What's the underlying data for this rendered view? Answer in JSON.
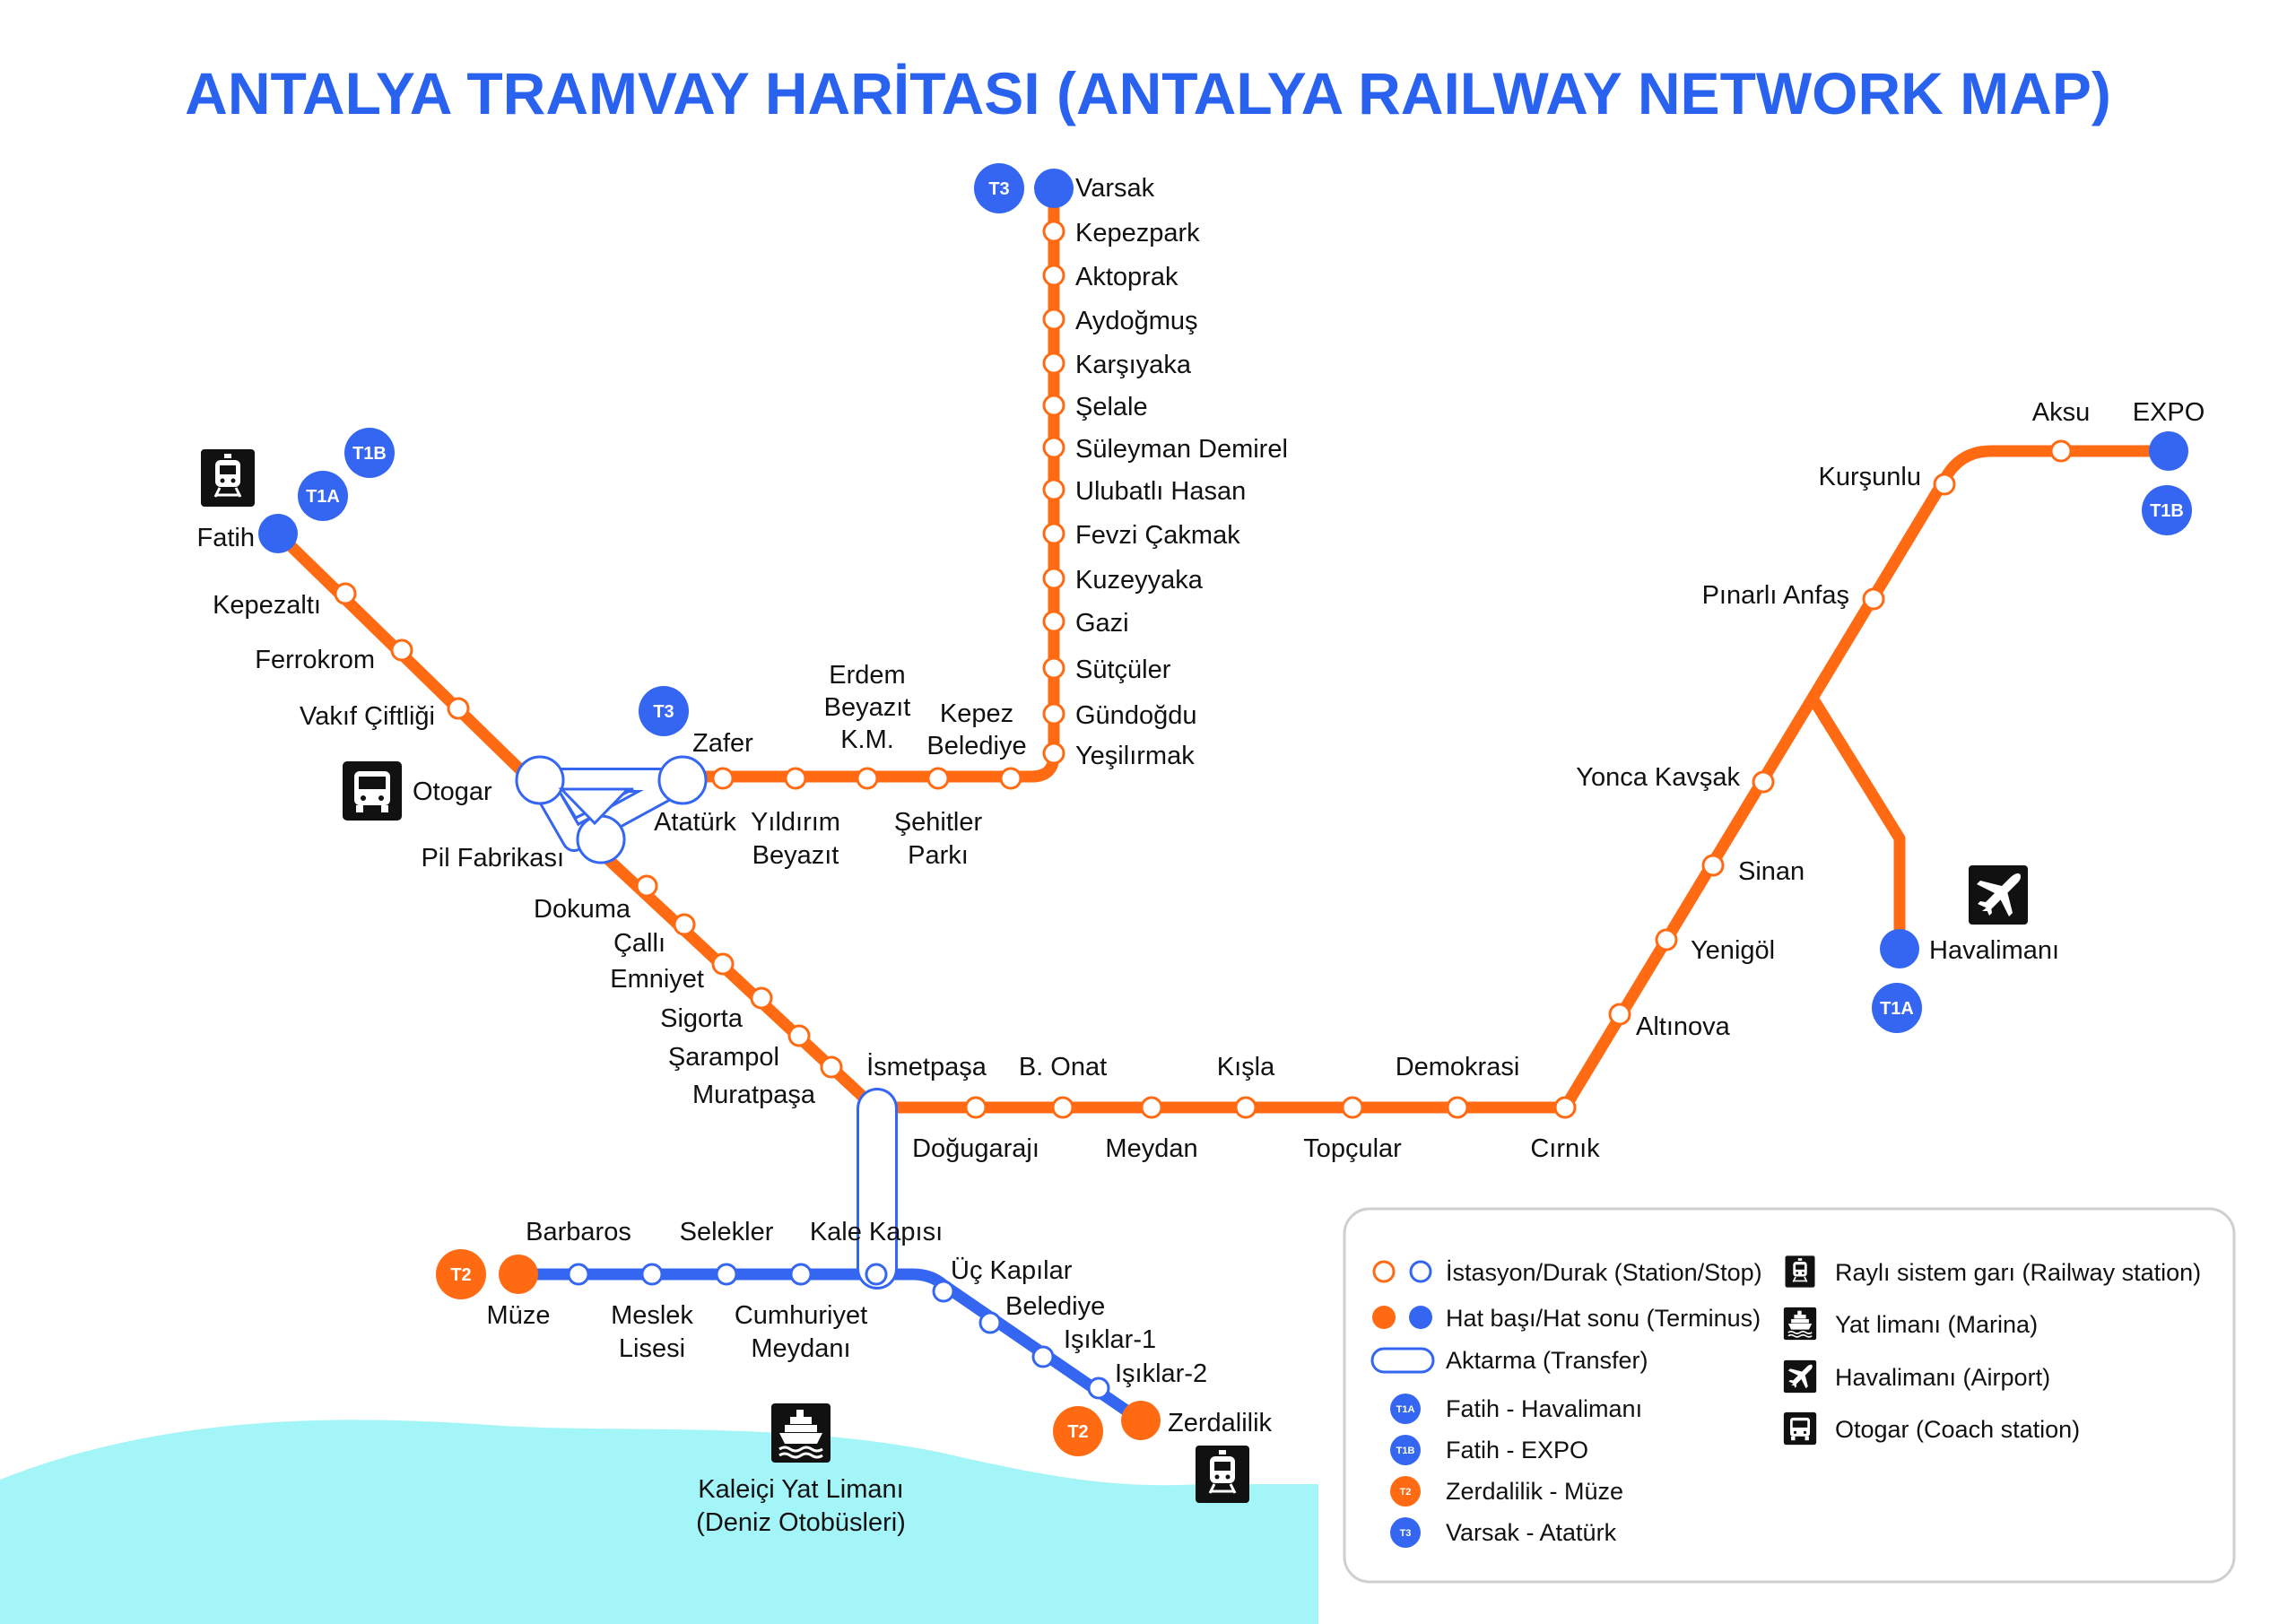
{
  "title": "ANTALYA TRAMVAY HARİTASI (ANTALYA RAILWAY NETWORK MAP)",
  "colors": {
    "orange": "#FF6A13",
    "blue": "#3566F2",
    "sea": "#A4F5F7",
    "title": "#2A62F0"
  },
  "badges": {
    "t1a": "T1A",
    "t1b": "T1B",
    "t2": "T2",
    "t3": "T3"
  },
  "stations": {
    "t3": [
      "Varsak",
      "Kepezpark",
      "Aktoprak",
      "Aydoğmuş",
      "Karşıyaka",
      "Şelale",
      "Süleyman Demirel",
      "Ulubatlı Hasan",
      "Fevzi Çakmak",
      "Kuzeyyaka",
      "Gazi",
      "Sütçüler",
      "Gündoğdu",
      "Yeşilırmak"
    ],
    "kepez_belediye": [
      "Kepez",
      "Belediye"
    ],
    "erdem_beyazit": [
      "Erdem",
      "Beyazıt",
      "K.M."
    ],
    "zafer": "Zafer",
    "ataturk": "Atatürk",
    "yildirim_beyazit": [
      "Yıldırım",
      "Beyazıt"
    ],
    "sehitler_parki": [
      "Şehitler",
      "Parkı"
    ],
    "fatih": "Fatih",
    "kepezalti": "Kepezaltı",
    "ferrokrom": "Ferrokrom",
    "vakif_ciftligi": "Vakıf Çiftliği",
    "otogar": "Otogar",
    "pil_fabrikasi": "Pil Fabrikası",
    "dokuma": "Dokuma",
    "calli": "Çallı",
    "emniyet": "Emniyet",
    "sigorta": "Sigorta",
    "sarampol": "Şarampol",
    "muratpasa": "Muratpaşa",
    "ismetpasa": "İsmetpaşa",
    "dogugaraji": "Doğugarajı",
    "b_onat": "B. Onat",
    "meydan": "Meydan",
    "kisla": "Kışla",
    "topcular": "Topçular",
    "demokrasi": "Demokrasi",
    "cirnik": "Cırnık",
    "altinova": "Altınova",
    "yenigol": "Yenigöl",
    "sinan": "Sinan",
    "yonca_kavsak": "Yonca Kavşak",
    "pinarli_anfas": "Pınarlı Anfaş",
    "kursunlu": "Kurşunlu",
    "aksu": "Aksu",
    "expo": "EXPO",
    "havalimani": "Havalimanı",
    "muze": "Müze",
    "barbaros": "Barbaros",
    "meslek_lisesi": [
      "Meslek",
      "Lisesi"
    ],
    "selekler": "Selekler",
    "cumhuriyet_meydani": [
      "Cumhuriyet",
      "Meydanı"
    ],
    "kale_kapisi": "Kale Kapısı",
    "uc_kapilar": "Üç Kapılar",
    "belediye": "Belediye",
    "isiklar_1": "Işıklar-1",
    "isiklar_2": "Işıklar-2",
    "zerdalilik": "Zerdalilik"
  },
  "marina": [
    "Kaleiçi Yat Limanı",
    "(Deniz Otobüsleri)"
  ],
  "legend": {
    "station": "İstasyon/Durak (Station/Stop)",
    "terminus": "Hat başı/Hat sonu (Terminus)",
    "transfer": "Aktarma (Transfer)",
    "t1a_route": "Fatih - Havalimanı",
    "t1b_route": "Fatih - EXPO",
    "t2_route": "Zerdalilik - Müze",
    "t3_route": "Varsak - Atatürk",
    "railway_station": "Raylı sistem garı (Railway station)",
    "marina": "Yat limanı (Marina)",
    "airport": "Havalimanı (Airport)",
    "coach_station": "Otogar (Coach station)"
  }
}
